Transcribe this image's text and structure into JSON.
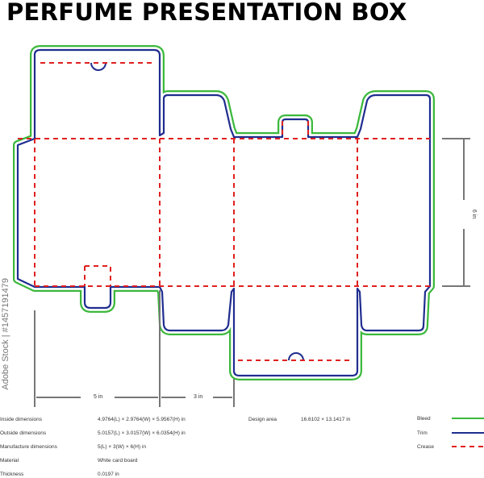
{
  "title": "PERFUME PRESENTATION BOX",
  "dimensions": {
    "width_label": "5 in",
    "depth_label": "3 in",
    "height_label": "6 in"
  },
  "specs": [
    {
      "label": "Inside dimensions",
      "value": "4.9764(L) × 2.9764(W) × 5.9567(H) in"
    },
    {
      "label": "Outside dimensions",
      "value": "5.0157(L) × 3.0157(W) × 6.0354(H) in"
    },
    {
      "label": "Manufacture dimensions",
      "value": "5(L) × 3(W) × 6(H) in"
    },
    {
      "label": "Material",
      "value": "White card board"
    },
    {
      "label": "Thickness",
      "value": "0.0197 in"
    }
  ],
  "design_area": {
    "label": "Design area",
    "value": "16.6102 × 13.1417 in"
  },
  "legend": [
    {
      "label": "Bleed",
      "color": "#3cb83c",
      "style": "solid"
    },
    {
      "label": "Trim",
      "color": "#1f2d8f",
      "style": "solid"
    },
    {
      "label": "Crease",
      "color": "#e02020",
      "style": "dashed"
    }
  ],
  "watermark": "Adobe Stock | #1457191479"
}
